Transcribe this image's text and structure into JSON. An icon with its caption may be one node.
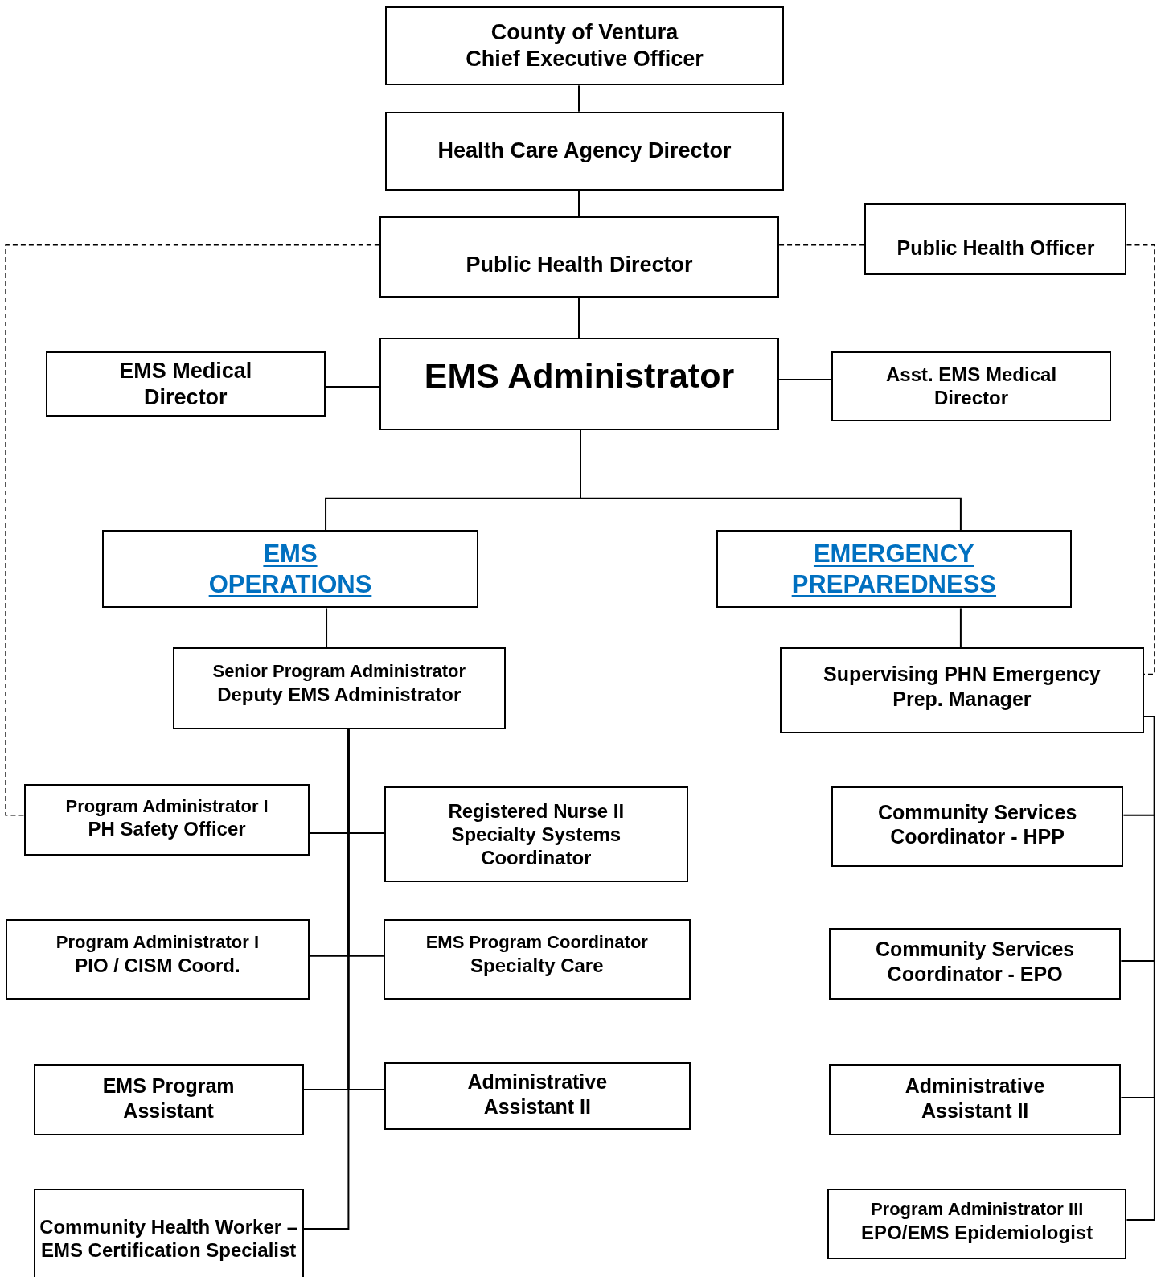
{
  "diagram": {
    "nodes": [
      {
        "text": [
          "County of Ventura",
          "Chief Executive Officer"
        ]
      },
      {
        "text": [
          "Health Care Agency Director"
        ]
      },
      {
        "text": [
          "Public Health Director"
        ]
      },
      {
        "text": [
          "Public Health Officer"
        ]
      },
      {
        "text": [
          "EMS Medical Director"
        ]
      },
      {
        "text": [
          "EMS Administrator"
        ]
      },
      {
        "text": [
          "Asst. EMS Medical Director"
        ]
      },
      {
        "text": [
          "EMS OPERATIONS"
        ]
      },
      {
        "text": [
          "EMERGENCY PREPAREDNESS"
        ]
      },
      {
        "text": [
          "Senior Program Administrator",
          "Deputy EMS Administrator"
        ]
      },
      {
        "text": [
          "Supervising PHN Emergency Prep. Manager"
        ]
      },
      {
        "text": [
          "Program Administrator I",
          "PH Safety Officer"
        ]
      },
      {
        "text": [
          "Registered Nurse II Specialty Systems Coordinator"
        ]
      },
      {
        "text": [
          "Community Services Coordinator - HPP"
        ]
      },
      {
        "text": [
          "Program Administrator I",
          "PIO / CISM Coord."
        ]
      },
      {
        "text": [
          "EMS Program Coordinator",
          "Specialty Care"
        ]
      },
      {
        "text": [
          "Community Services Coordinator - EPO"
        ]
      },
      {
        "text": [
          "EMS Program Assistant"
        ]
      },
      {
        "text": [
          "Administrative Assistant II"
        ]
      },
      {
        "text": [
          "Administrative Assistant II"
        ]
      },
      {
        "text": [
          "Community Health Worker – EMS Certification Specialist"
        ]
      },
      {
        "text": [
          "Program Administrator III",
          "EPO/EMS Epidemiologist"
        ]
      }
    ],
    "edges": [
      {
        "from": 0,
        "to": 1,
        "arrow": "none"
      },
      {
        "from": 1,
        "to": 2,
        "arrow": "none"
      },
      {
        "from": 2,
        "to": 5,
        "arrow": "none"
      },
      {
        "from": 5,
        "to": 4,
        "arrow": "none"
      },
      {
        "from": 5,
        "to": 6,
        "arrow": "none"
      },
      {
        "from": 5,
        "to": 7,
        "arrow": "none"
      },
      {
        "from": 5,
        "to": 8,
        "arrow": "none"
      },
      {
        "from": 7,
        "to": 9,
        "arrow": "none"
      },
      {
        "from": 8,
        "to": 10,
        "arrow": "none"
      },
      {
        "from": 9,
        "to": 11,
        "arrow": "none"
      },
      {
        "from": 9,
        "to": 12,
        "arrow": "none"
      },
      {
        "from": 9,
        "to": 14,
        "arrow": "none"
      },
      {
        "from": 9,
        "to": 15,
        "arrow": "none"
      },
      {
        "from": 9,
        "to": 17,
        "arrow": "none"
      },
      {
        "from": 9,
        "to": 18,
        "arrow": "none"
      },
      {
        "from": 9,
        "to": 20,
        "arrow": "none"
      },
      {
        "from": 10,
        "to": 13,
        "arrow": "none"
      },
      {
        "from": 10,
        "to": 16,
        "arrow": "none"
      },
      {
        "from": 10,
        "to": 19,
        "arrow": "none"
      },
      {
        "from": 10,
        "to": 21,
        "arrow": "none"
      },
      {
        "from": 2,
        "to": 11,
        "arrow": "none",
        "style": "dashed"
      },
      {
        "from": 2,
        "to": 3,
        "arrow": "none",
        "style": "dashed"
      },
      {
        "from": 3,
        "to": 10,
        "arrow": "none",
        "style": "dashed"
      }
    ]
  }
}
